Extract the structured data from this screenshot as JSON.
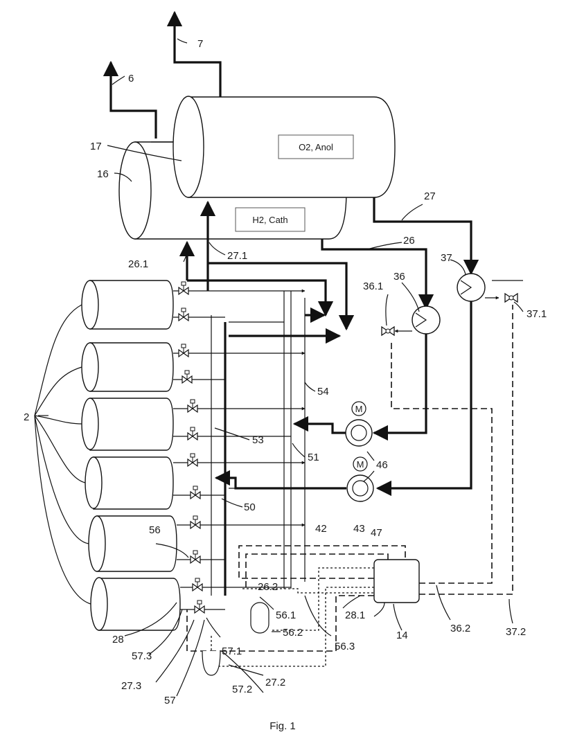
{
  "figure": {
    "caption": "Fig. 1",
    "anode_text": "O2, Anol",
    "cathode_text": "H2, Cath",
    "motor_text": "M",
    "labels": {
      "l6": "6",
      "l7": "7",
      "l16": "16",
      "l17": "17",
      "l26": "26",
      "l26_1": "26.1",
      "l26_2": "26.2",
      "l27": "27",
      "l27_1": "27.1",
      "l27_2": "27.2",
      "l27_3": "27.3",
      "l2": "2",
      "l28": "28",
      "l28_1": "28.1",
      "l36": "36",
      "l36_1": "36.1",
      "l36_2": "36.2",
      "l37": "37",
      "l37_1": "37.1",
      "l37_2": "37.2",
      "l14": "14",
      "l42": "42",
      "l43": "43",
      "l46": "46",
      "l47": "47",
      "l50": "50",
      "l51": "51",
      "l53": "53",
      "l54": "54",
      "l56": "56",
      "l56_1": "56.1",
      "l56_2": "56.2",
      "l56_3": "56.3",
      "l57": "57",
      "l57_1": "57.1",
      "l57_2": "57.2",
      "l57_3": "57.3"
    }
  }
}
